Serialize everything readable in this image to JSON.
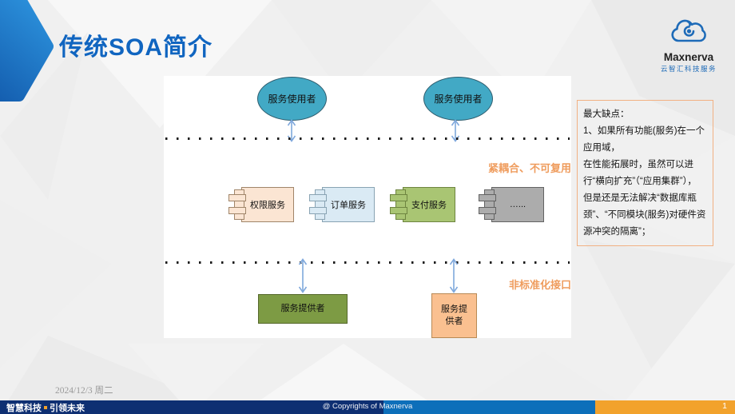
{
  "slide": {
    "title": "传统SOA简介",
    "date": "2024/12/3 周二",
    "page_number": "1"
  },
  "logo": {
    "brand": "Maxnerva",
    "subtitle": "云智汇科技服务",
    "icon": "cloud-swirl-icon",
    "brand_color": "#1E6BB8"
  },
  "diagram": {
    "consumers": [
      {
        "label": "服务使用者"
      },
      {
        "label": "服务使用者"
      }
    ],
    "consumer_fill": "#42A9C5",
    "consumer_border": "#2F5D6E",
    "coupling_label": "紧耦合、不可复用",
    "interface_label": "非标准化接口",
    "accent_orange": "#EF9C5D",
    "arrow_color": "#7FA8DC",
    "components": [
      {
        "label": "权限服务",
        "fill": "#FBE5D3",
        "border": "#A08569"
      },
      {
        "label": "订单服务",
        "fill": "#DAEAF4",
        "border": "#89A3B3"
      },
      {
        "label": "支付服务",
        "fill": "#A9C573",
        "border": "#6E8540"
      },
      {
        "label": "…...",
        "fill": "#ACACAC",
        "border": "#636363"
      }
    ],
    "providers": [
      {
        "label": "服务提供者",
        "fill": "#7D9B44",
        "border": "#55682B"
      },
      {
        "label": "服务提供者",
        "fill": "#FAC090",
        "border": "#B98A55"
      }
    ]
  },
  "note": {
    "border_color": "#F2B183",
    "lines": [
      "最大缺点：",
      "1、如果所有功能(服务)在一个应用域，",
      "在性能拓展时，虽然可以进行“横向扩充”（“应用集群”），",
      "但是还是无法解决“数据库瓶颈”、“不同模块(服务)对硬件资源冲突的隔离”；"
    ]
  },
  "footer": {
    "brand_left": "智慧科技",
    "brand_right": "引领未来",
    "copyright": "@ Copyrights of Maxnerva",
    "colors": {
      "navy": "#0E2F72",
      "blue": "#0D6FBA",
      "orange": "#F2A22C"
    }
  }
}
